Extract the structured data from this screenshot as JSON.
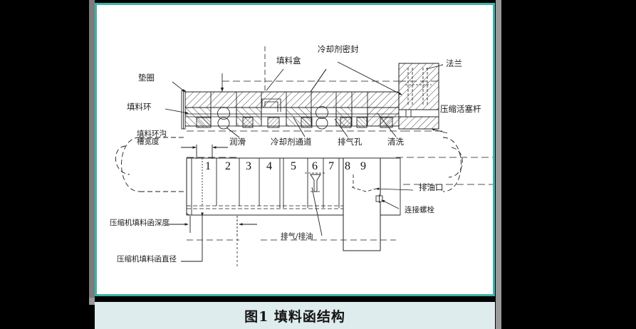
{
  "figure": {
    "caption": "图1 填料函结构",
    "caption_label": "图1",
    "caption_title": "填料函结构",
    "frame_accent_color": "#3bb3a8",
    "caption_bg_color": "#dfeced",
    "page_bg_color": "#ffffff",
    "surround_color": "#000000"
  },
  "callouts": {
    "gasket": "垫圈",
    "packing_ring": "填料环",
    "packing_box": "填料盒",
    "coolant_seal": "冷却剂密封",
    "flange": "法兰",
    "piston_rod": "压缩活塞杆",
    "ring_groove_width_l1": "填料环沟",
    "ring_groove_width_l2": "槽宽度",
    "lubrication": "润滑",
    "coolant_channel": "冷却剂通道",
    "vent_hole": "排气孔",
    "flush": "清洗",
    "vent_oil_drain": "排气/排油",
    "box_depth": "压缩机填料函深度",
    "box_diameter": "压缩机填料函直径",
    "oil_drain_port": "排油口",
    "connecting_bolt": "连接螺栓"
  },
  "cup_numbers": [
    "1",
    "2",
    "3",
    "4",
    "5",
    "6",
    "7",
    "8",
    "9"
  ]
}
